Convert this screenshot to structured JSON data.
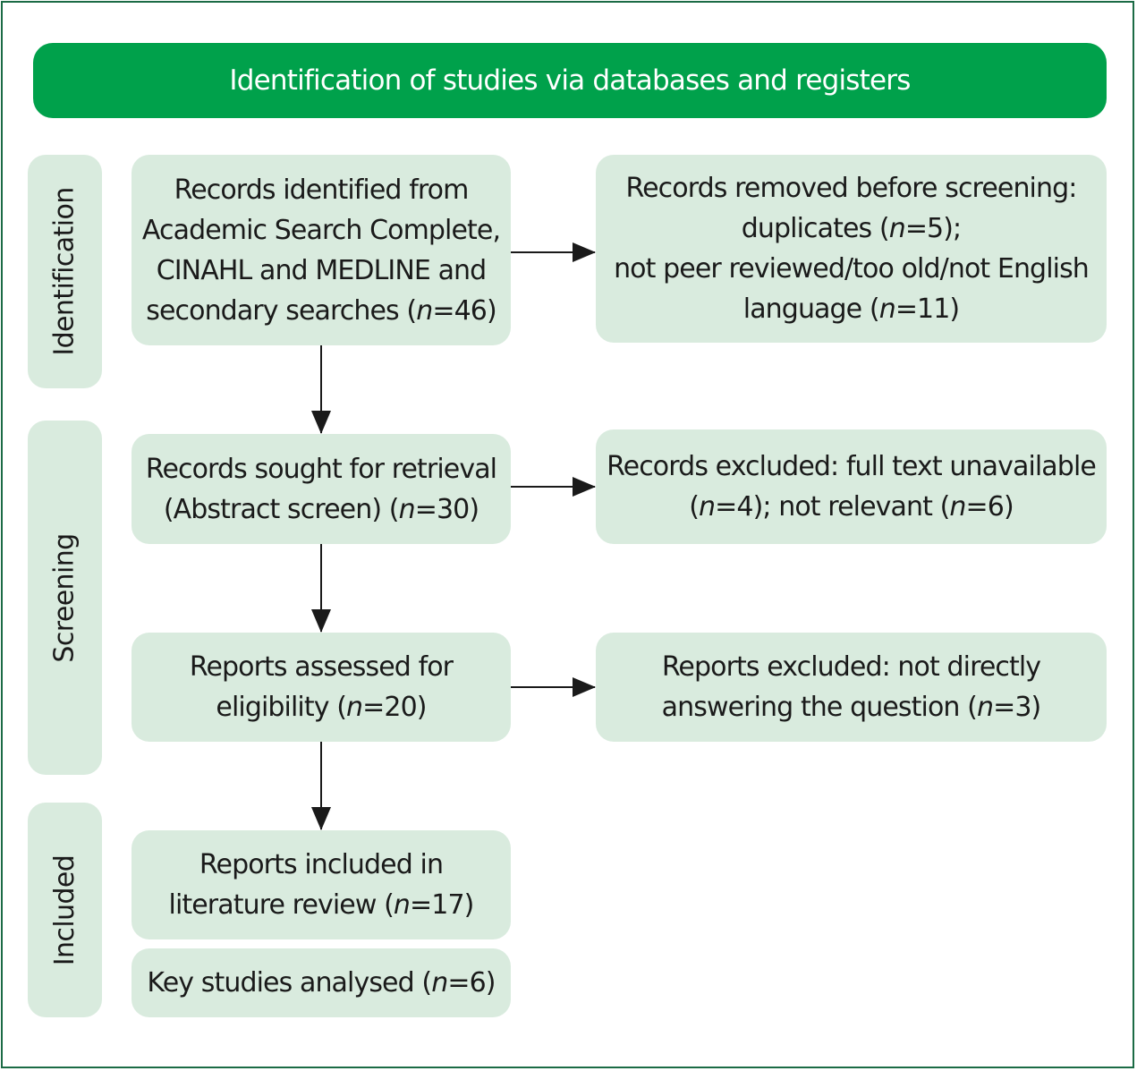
{
  "header": {
    "title": "Identification of studies via databases and registers"
  },
  "phases": {
    "identification": "Identification",
    "screening": "Screening",
    "included": "Included"
  },
  "boxes": {
    "records_identified": {
      "lines": [
        "Records identified from",
        "Academic Search Complete,",
        "CINAHL and MEDLINE and"
      ],
      "last_prefix": "secondary searches (",
      "n_label": "n",
      "last_suffix": "=46)"
    },
    "records_removed": {
      "line1": "Records removed before screening:",
      "line2_prefix": "duplicates (",
      "n_label": "n",
      "line2_suffix": "=5);",
      "line3": "not peer reviewed/too old/not English",
      "line4_prefix": "language (",
      "line4_suffix": "=11)"
    },
    "records_sought": {
      "line1": "Records sought for retrieval",
      "line2_prefix": "(Abstract screen) (",
      "n_label": "n",
      "line2_suffix": "=30)"
    },
    "records_excluded": {
      "line1": "Records excluded: full text unavailable",
      "line2_a": "(",
      "n_label": "n",
      "line2_b": "=4); not relevant (",
      "line2_c": "=6)"
    },
    "reports_assessed": {
      "line1": "Reports assessed for",
      "line2_prefix": "eligibility (",
      "n_label": "n",
      "line2_suffix": "=20)"
    },
    "reports_excluded": {
      "line1": "Reports excluded: not directly",
      "line2_prefix": "answering the question (",
      "n_label": "n",
      "line2_suffix": "=3)"
    },
    "reports_included": {
      "line1": "Reports included in",
      "line2_prefix": "literature review (",
      "n_label": "n",
      "line2_suffix": "=17)"
    },
    "key_studies": {
      "line1_prefix": "Key studies analysed (",
      "n_label": "n",
      "line1_suffix": "=6)"
    }
  },
  "colors": {
    "header_green": "#00a14b",
    "box_fill": "#d9ebde",
    "frame_border": "#1b6b45",
    "arrow": "#1a1a1a"
  }
}
